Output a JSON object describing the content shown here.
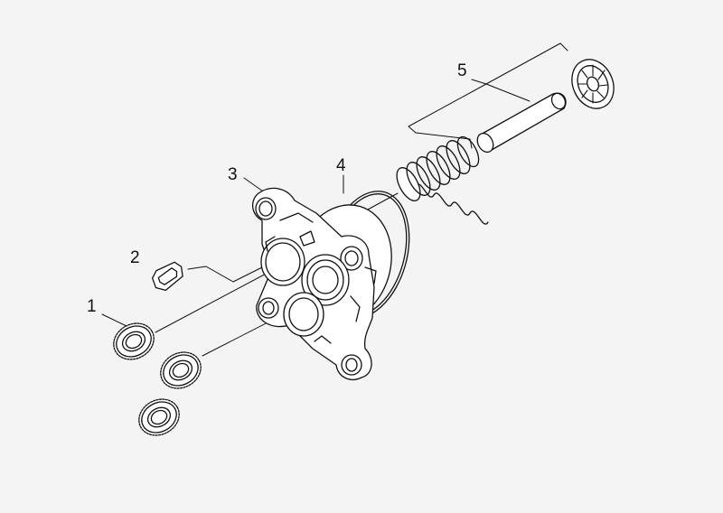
{
  "callouts": {
    "part_1": "1",
    "part_2": "2",
    "part_3": "3",
    "part_4": "4",
    "part_5": "5"
  },
  "colors": {
    "background": "#f4f4f4",
    "line": "#111111",
    "part_fill": "#ffffff"
  }
}
